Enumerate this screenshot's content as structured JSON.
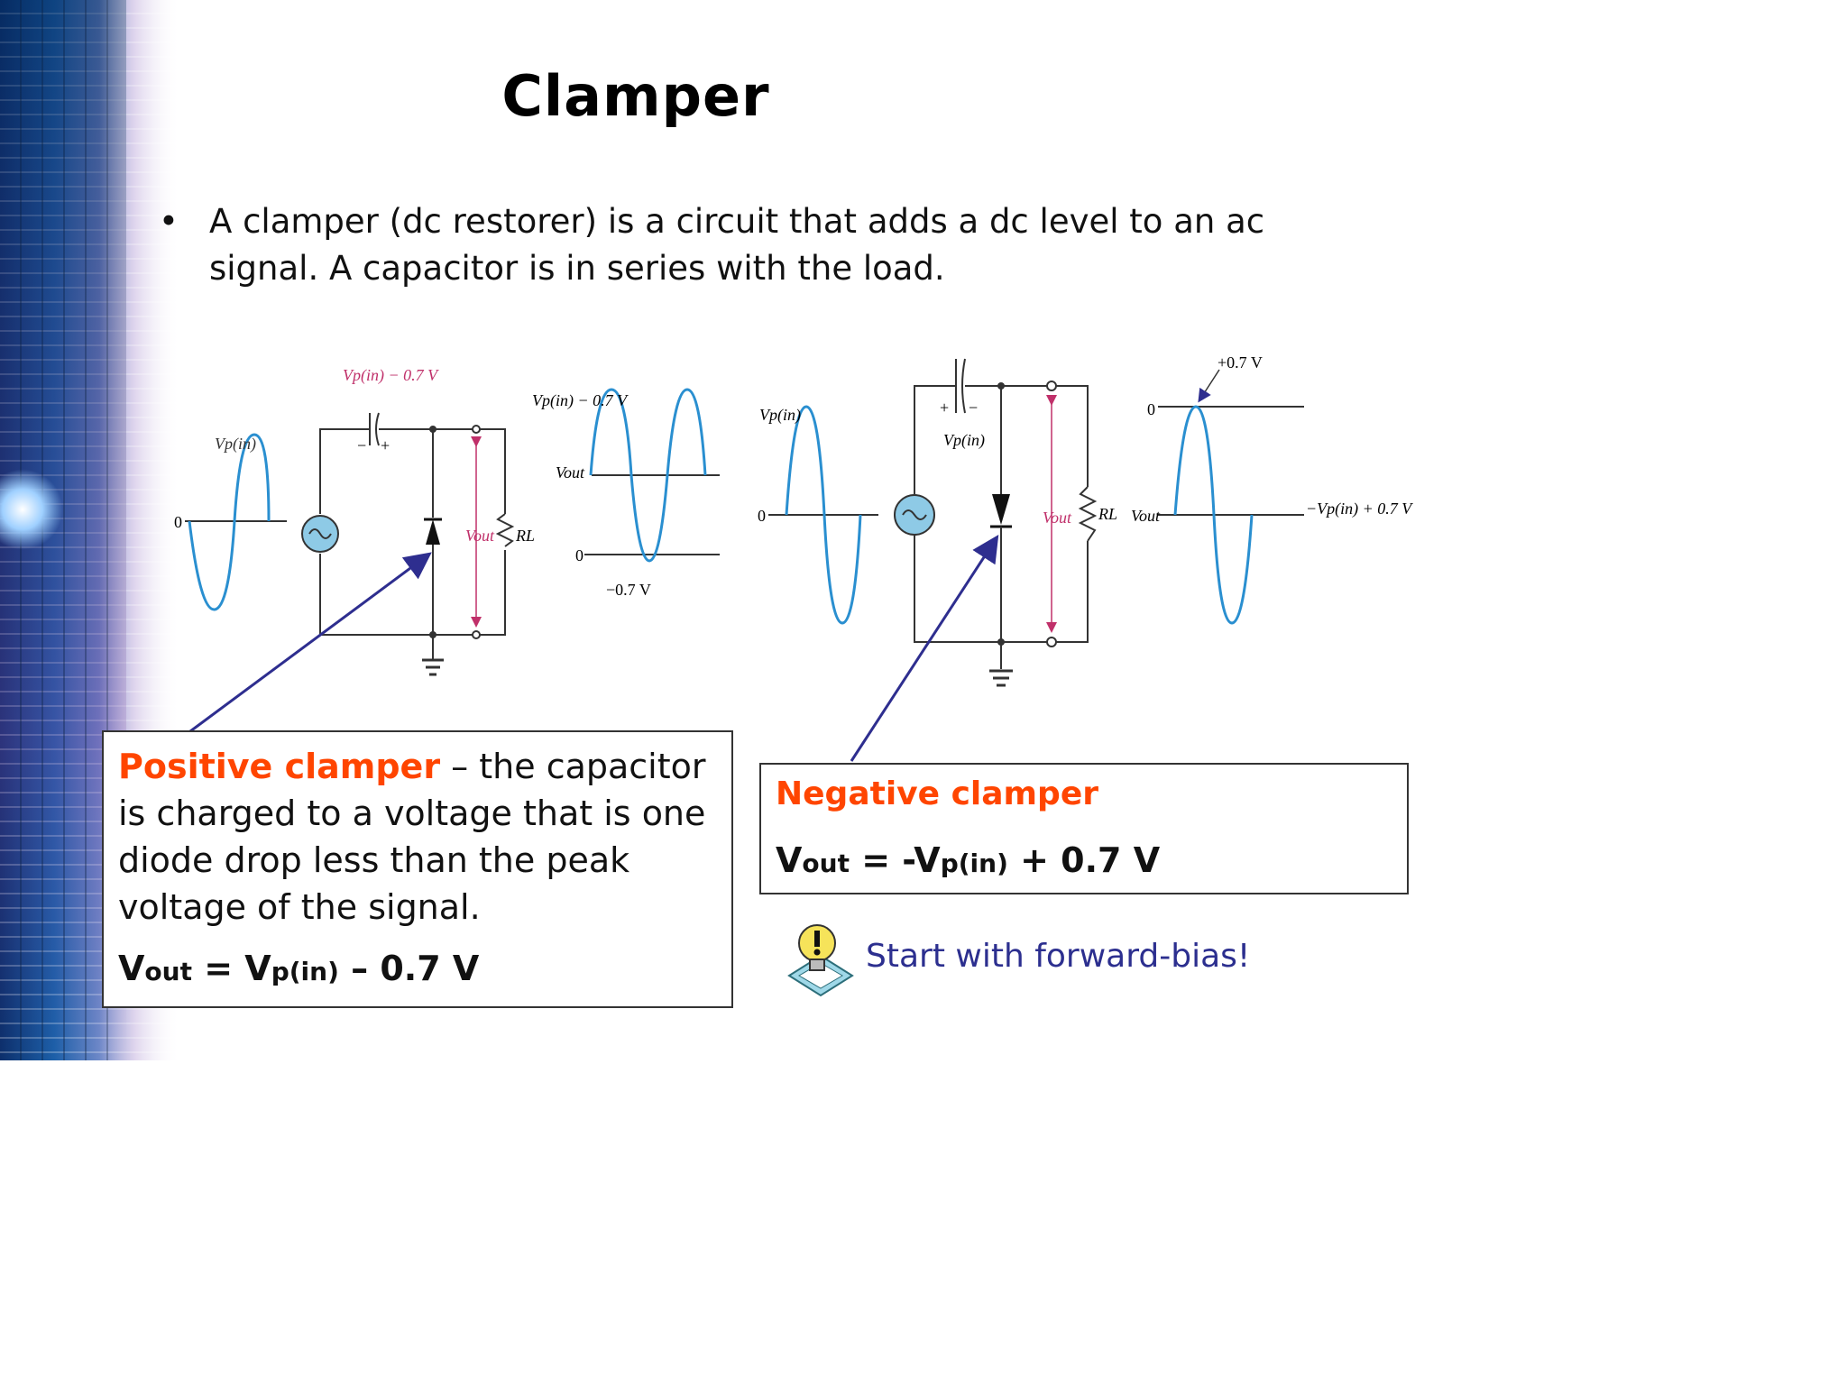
{
  "slide": {
    "title": "Clamper",
    "bullet": "A clamper (dc restorer) is a circuit that adds a dc level to an ac signal. A capacitor is in series with the load."
  },
  "positive_box": {
    "heading": "Positive clamper",
    "separator": " – ",
    "description": "the capacitor is charged to a voltage that is one diode drop less than the peak voltage of the signal.",
    "formula": {
      "v": "V",
      "out": "out",
      "eq": " = V",
      "pin": "p(in)",
      "rest": " – 0.7 V"
    }
  },
  "negative_box": {
    "heading": "Negative clamper",
    "formula": {
      "v": "V",
      "out": "out",
      "eq": " = -V",
      "pin": "p(in)",
      "rest": " + 0.7 V"
    }
  },
  "tip": {
    "text": "Start with forward-bias!",
    "icon": "lightbulb-warning-icon"
  },
  "circuit_labels": {
    "vp_in": "Vp(in)",
    "cap_voltage_pos": "Vp(in) − 0.7 V",
    "out_peak_pos": "Vp(in) − 0.7 V",
    "vout": "Vout",
    "rl": "RL",
    "zero": "0",
    "minus_07": "−0.7 V",
    "plus_07": "+0.7 V",
    "neg_level": "−Vp(in) + 0.7 V",
    "minus": "−",
    "plus": "+"
  },
  "colors": {
    "accent_orange": "#ff4500",
    "arrow": "#2e2e8f",
    "wave": "#2a8fd0",
    "vout_arrow": "#c0306a",
    "tip_text": "#2c2f8f"
  }
}
